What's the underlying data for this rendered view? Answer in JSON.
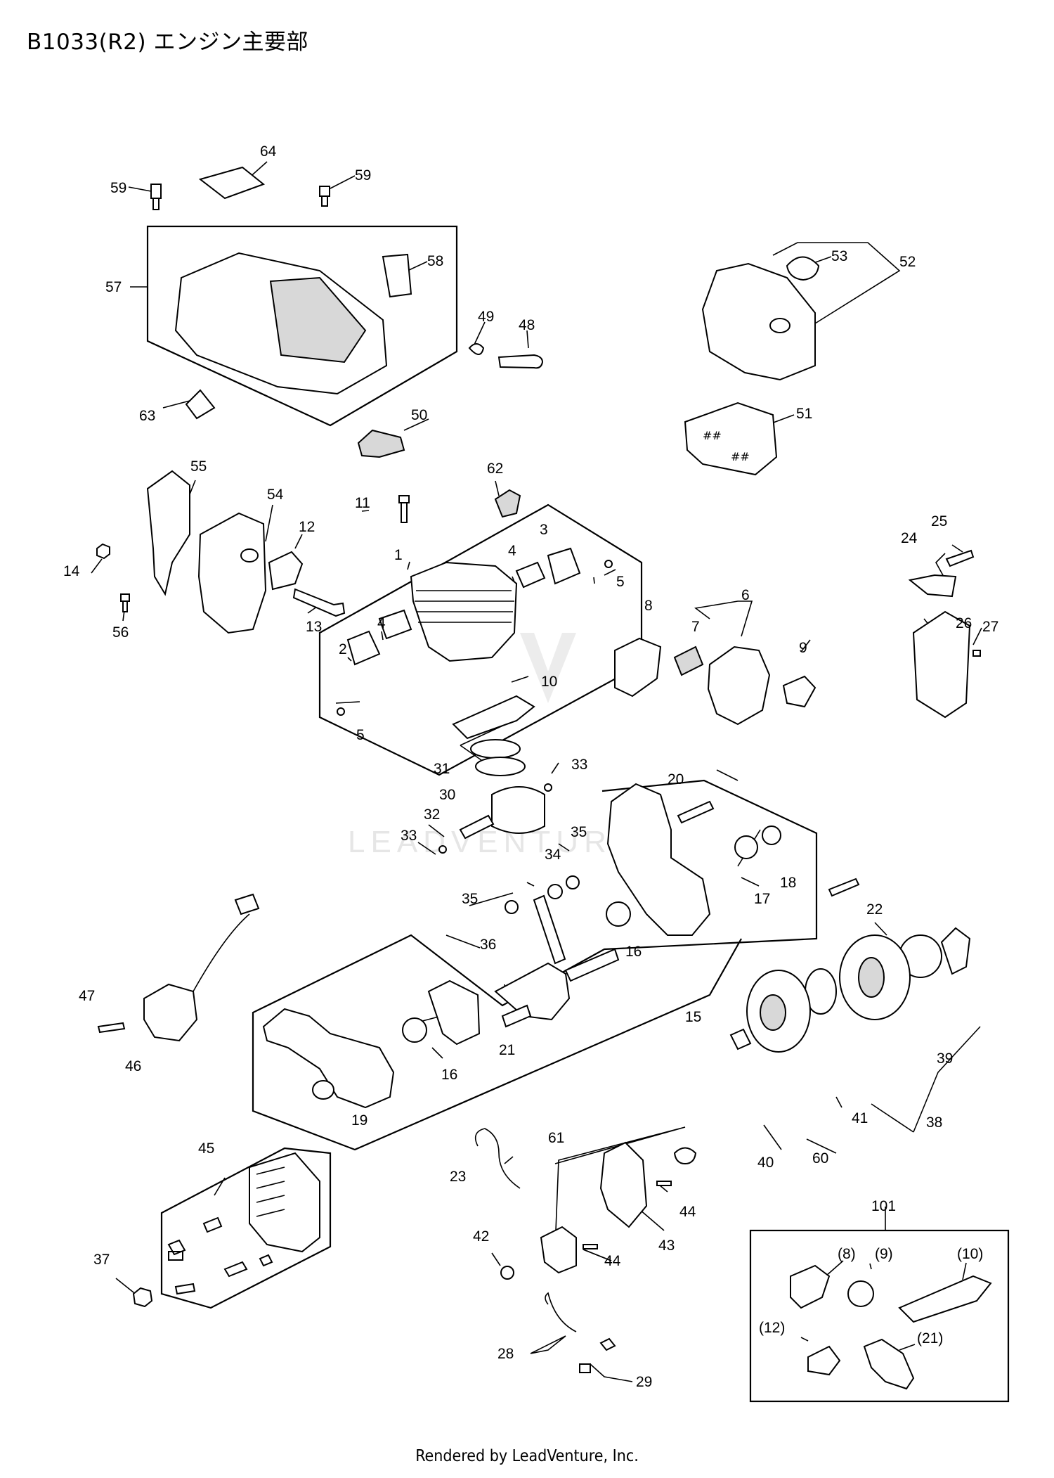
{
  "title": "B1033(R2) エンジン主要部",
  "footer": "Rendered by LeadVenture, Inc.",
  "watermark": "LEADVENTURE",
  "callouts": [
    "64",
    "59",
    "59",
    "58",
    "57",
    "53",
    "52",
    "49",
    "48",
    "63",
    "50",
    "51",
    "62",
    "55",
    "54",
    "12",
    "11",
    "3",
    "1",
    "4",
    "5",
    "14",
    "13",
    "56",
    "2",
    "4",
    "5",
    "10",
    "8",
    "7",
    "6",
    "9",
    "24",
    "25",
    "26",
    "27",
    "31",
    "33",
    "30",
    "32",
    "33",
    "35",
    "34",
    "35",
    "36",
    "20",
    "18",
    "17",
    "22",
    "16",
    "15",
    "47",
    "46",
    "21",
    "16",
    "19",
    "39",
    "41",
    "38",
    "40",
    "60",
    "45",
    "61",
    "23",
    "44",
    "42",
    "43",
    "44",
    "37",
    "101",
    "(8)",
    "(9)",
    "(10)",
    "(12)",
    "(21)",
    "28",
    "29"
  ]
}
